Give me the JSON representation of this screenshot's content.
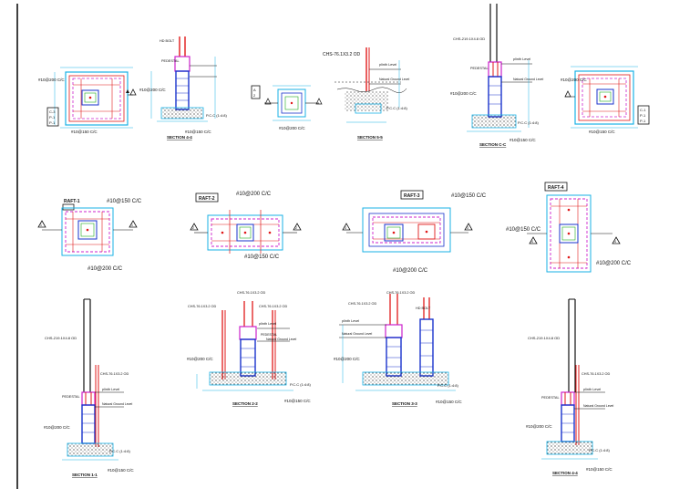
{
  "top": {
    "a": {
      "note1": "#10@200 C/C",
      "note2": "#10@150 C/C",
      "tag": [
        "C-3",
        "P-1",
        "P-1"
      ]
    },
    "s44": {
      "caption": "SECTION 4-4",
      "lead": "HD BOLT",
      "ped": "PEDESTAL",
      "rebar": "#10@200 C/C",
      "pcc": "P.C.C (1:4:8)",
      "bot": "#10@150 C/C"
    },
    "b": {
      "tag": [
        "A",
        "2"
      ],
      "note": "#10@200 C/C"
    },
    "s55": {
      "caption": "SECTION 5-5",
      "chs": "CHS-76.1X3.2 OD",
      "plinth": "plinth Level",
      "ngl": "Natural Ground Level",
      "pcc": "P.C.C (1:4:8)"
    },
    "scc": {
      "caption": "SECTION C-C",
      "chs": "CHS-219.1X4.8 OD",
      "ped": "PEDESTAL",
      "plinth": "plinth Level",
      "ngl": "Natural Ground Level",
      "rebar": "#10@200 C/C",
      "pcc": "P.C.C (1:4:8)",
      "bot": "#10@150 C/C"
    },
    "d": {
      "note1": "#10@200 C/C",
      "note2": "#10@150 C/C",
      "tag": [
        "C-1",
        "P-1",
        "P-1"
      ]
    }
  },
  "middle": {
    "r1": {
      "title": "RAFT-1",
      "n1": "#10@150 C/C",
      "n2": "#10@200 C/C",
      "mark": "1"
    },
    "r2": {
      "title": "RAFT-2",
      "n1": "#10@200 C/C",
      "n2": "#10@150 C/C",
      "mark": "2"
    },
    "r3": {
      "title": "RAFT-3",
      "n1": "#10@150 C/C",
      "n2": "#10@200 C/C",
      "mark": "3"
    },
    "r4": {
      "title": "RAFT-4",
      "n1": "#10@150 C/C",
      "n2": "#10@200 C/C",
      "mark": "4"
    }
  },
  "bottom": {
    "s11": {
      "caption": "SECTION 1-1",
      "chs": "CHS-219.1X4.8 OD",
      "chs2": "CHS-76.1X3.2 OD",
      "ped": "PEDESTAL",
      "plinth": "plinth Level",
      "ngl": "Natural Ground Level",
      "rebar": "#10@200 C/C",
      "pcc": "P.C.C (1:4:8)",
      "bot": "#10@150 C/C"
    },
    "s22": {
      "caption": "SECTION 2-2",
      "chs": "CHS-76.1X3.2 OD",
      "chs2": "CHS-76.1X3.2 OD",
      "chs3": "CHS-76.1X3.2 OD",
      "ped": "PEDESTAL",
      "plinth": "plinth Level",
      "ngl": "Natural Ground Level",
      "rebar": "#10@200 C/C",
      "pcc": "P.C.C (1:4:8)",
      "bot": "#10@150 C/C"
    },
    "s33": {
      "caption": "SECTION 3-3",
      "chs": "CHS-76.1X3.2 OD",
      "chs2": "CHS-76.1X3.2 OD",
      "plinth": "plinth Level",
      "ngl": "Natural Ground Level",
      "hd": "HD BOLT",
      "rebar": "#10@200 C/C",
      "pcc": "P.C.C (1:4:8)",
      "bot": "#10@150 C/C"
    },
    "s44b": {
      "caption": "SECTION 4-4",
      "chs": "CHS-219.1X4.8 OD",
      "chs2": "CHS-76.1X3.2 OD",
      "ped": "PEDESTAL",
      "plinth": "plinth Level",
      "ngl": "Natural Ground Level",
      "rebar": "#10@200 C/C",
      "pcc": "P.C.C (1:4:8)",
      "bot": "#10@150 C/C"
    }
  },
  "colors": {
    "cyan": "#1ab2e6",
    "blue": "#1a33cc",
    "red": "#e01919",
    "magenta": "#cc22cc",
    "black": "#111111",
    "green": "#22aa22"
  }
}
